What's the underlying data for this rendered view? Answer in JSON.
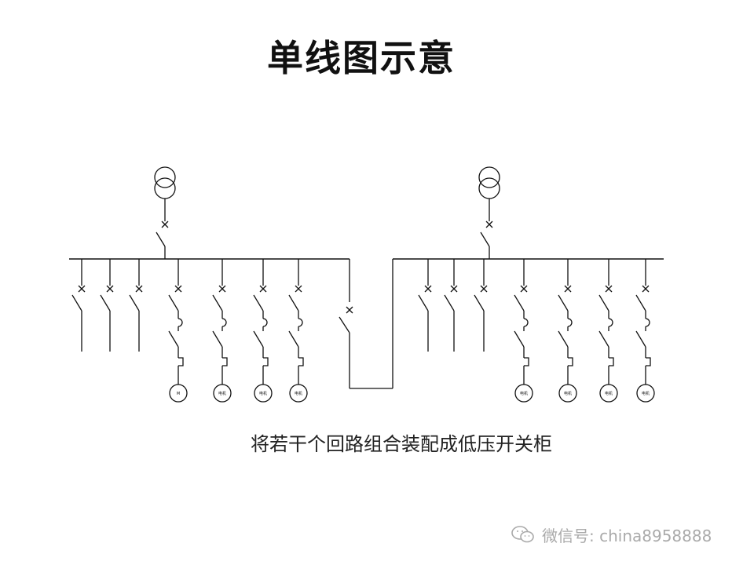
{
  "title": "单线图示意",
  "caption": "将若干个回路组合装配成低压开关柜",
  "watermark": {
    "text": "微信号: china8958888",
    "icon": "wechat-icon"
  },
  "diagram": {
    "sections": [
      {
        "id": "left",
        "transformer": "transformer-icon",
        "outgoing_feeders": 3,
        "motor_circuits": 4
      },
      {
        "id": "right",
        "transformer": "transformer-icon",
        "outgoing_feeders": 3,
        "motor_circuits": 4
      }
    ],
    "bus_coupler": "bus-coupler-breaker",
    "motor_labels": [
      "M",
      "电机",
      "电机",
      "电机",
      "电机",
      "电机",
      "电机",
      "电机"
    ]
  }
}
